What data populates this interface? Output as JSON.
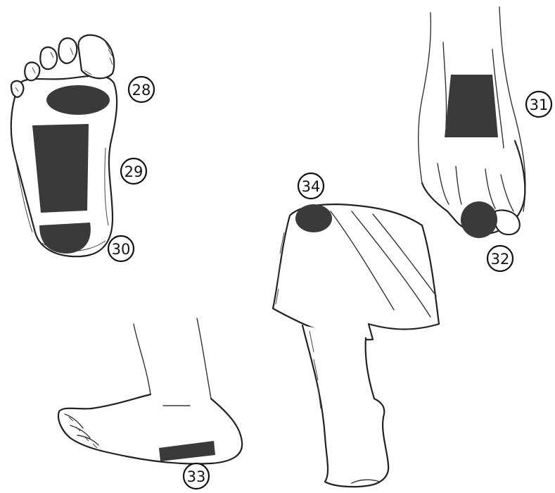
{
  "colors": {
    "zone_fill": "#3a3a3a",
    "line": "#222222",
    "background": "#ffffff"
  },
  "markers": {
    "m28": "28",
    "m29": "29",
    "m30": "30",
    "m31": "31",
    "m32": "32",
    "m33": "33",
    "m34": "34"
  }
}
